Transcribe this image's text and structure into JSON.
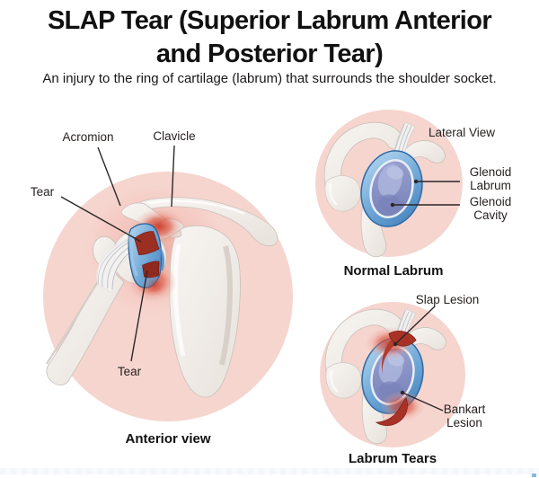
{
  "header": {
    "title_line1": "SLAP Tear (Superior Labrum Anterior",
    "title_line2": "and Posterior Tear)",
    "subtitle": "An injury to the ring of cartilage (labrum) that surrounds the shoulder socket."
  },
  "anterior_panel": {
    "label_acromion": "Acromion",
    "label_clavicle": "Clavicle",
    "label_tear_upper": "Tear",
    "label_tear_lower": "Tear",
    "caption": "Anterior view"
  },
  "normal_labrum_panel": {
    "view_label": "Lateral View",
    "label_glenoid_labrum": "Glenoid Labrum",
    "label_glenoid_cavity": "Glenoid Cavity",
    "caption": "Normal Labrum"
  },
  "labrum_tears_panel": {
    "label_slap_lesion": "Slap Lesion",
    "label_bankart_lesion": "Bankart Lesion",
    "caption": "Labrum Tears"
  },
  "colors": {
    "background": "#ffffff",
    "text": "#231f20",
    "circle_pink": "#f6d5cf",
    "bone": "#f2eeea",
    "bone_shadow": "#cfc7c0",
    "labrum_blue": "#4b86c2",
    "labrum_blue_light": "#b5d6ef",
    "labrum_outline": "#2e6ba5",
    "glenoid_cavity": "#8d96c5",
    "tear_red": "#9c2e22",
    "glow_red": "#cc3726"
  }
}
